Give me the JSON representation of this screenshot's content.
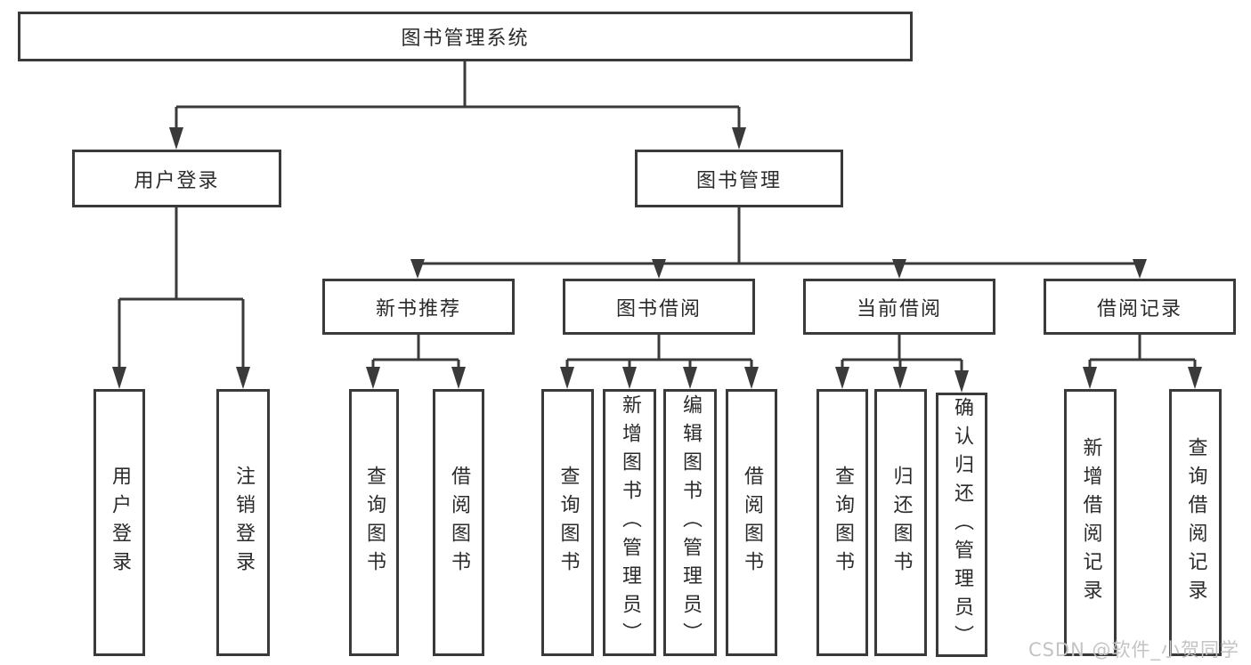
{
  "colors": {
    "line": "#3a3a3a",
    "text": "#2b2b2b",
    "watermark": "#c3c3c3",
    "background": "#ffffff"
  },
  "tree": {
    "label": "图书管理系统",
    "children": [
      {
        "label": "用户登录",
        "children": [
          {
            "label": "用户登录"
          },
          {
            "label": "注销登录"
          }
        ]
      },
      {
        "label": "图书管理",
        "children": [
          {
            "label": "新书推荐",
            "children": [
              {
                "label": "查询图书"
              },
              {
                "label": "借阅图书"
              }
            ]
          },
          {
            "label": "图书借阅",
            "children": [
              {
                "label": "查询图书"
              },
              {
                "label": "新增图书（管理员）"
              },
              {
                "label": "编辑图书（管理员）"
              },
              {
                "label": "借阅图书"
              }
            ]
          },
          {
            "label": "当前借阅",
            "children": [
              {
                "label": "查询图书"
              },
              {
                "label": "归还图书"
              },
              {
                "label": "确认归还（管理员）"
              }
            ]
          },
          {
            "label": "借阅记录",
            "children": [
              {
                "label": "新增借阅记录"
              },
              {
                "label": "查询借阅记录"
              }
            ]
          }
        ]
      }
    ]
  },
  "watermark": {
    "text": "CSDN @软件_小贺同学"
  }
}
